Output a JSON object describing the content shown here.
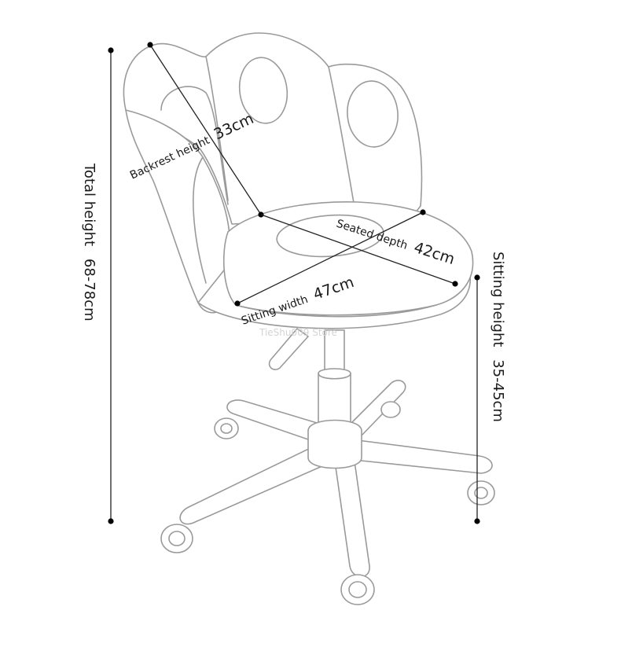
{
  "labels": {
    "backrest_text": "Backrest height",
    "backrest_value": "33cm",
    "seated_text": "Seated depth",
    "seated_value": "42cm",
    "sitting_width_text": "Sitting width",
    "sitting_width_value": "47cm",
    "total_height_text": "Total height",
    "total_height_value": "68-78cm",
    "sitting_height_text": "Sitting height",
    "sitting_height_value": "35-45cm"
  },
  "watermark": "TieShu009 Store",
  "colors": {
    "outline": "#9a9a9a",
    "dimension": "#222222",
    "watermark": "#d4d4d4"
  }
}
